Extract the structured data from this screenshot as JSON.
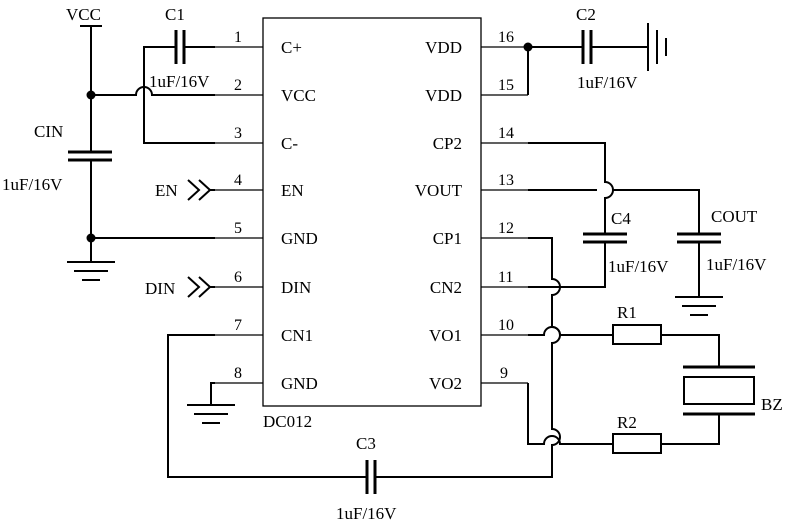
{
  "ic": {
    "name": "DC012",
    "pins": [
      {
        "num": "1",
        "name": "C+"
      },
      {
        "num": "2",
        "name": "VCC"
      },
      {
        "num": "3",
        "name": "C-"
      },
      {
        "num": "4",
        "name": "EN"
      },
      {
        "num": "5",
        "name": "GND"
      },
      {
        "num": "6",
        "name": "DIN"
      },
      {
        "num": "7",
        "name": "CN1"
      },
      {
        "num": "8",
        "name": "GND"
      },
      {
        "num": "16",
        "name": "VDD"
      },
      {
        "num": "15",
        "name": "VDD"
      },
      {
        "num": "14",
        "name": "CP2"
      },
      {
        "num": "13",
        "name": "VOUT"
      },
      {
        "num": "12",
        "name": "CP1"
      },
      {
        "num": "11",
        "name": "CN2"
      },
      {
        "num": "10",
        "name": "VO1"
      },
      {
        "num": "9",
        "name": "VO2"
      }
    ]
  },
  "nets": {
    "vcc": "VCC",
    "en": "EN",
    "din": "DIN"
  },
  "components": {
    "c1": {
      "ref": "C1",
      "value": "1uF/16V"
    },
    "c2": {
      "ref": "C2",
      "value": "1uF/16V"
    },
    "c3": {
      "ref": "C3",
      "value": "1uF/16V"
    },
    "c4": {
      "ref": "C4",
      "value": "1uF/16V"
    },
    "cin": {
      "ref": "CIN",
      "value": "1uF/16V"
    },
    "cout": {
      "ref": "COUT",
      "value": "1uF/16V"
    },
    "r1": {
      "ref": "R1"
    },
    "r2": {
      "ref": "R2"
    },
    "bz": {
      "ref": "BZ"
    }
  }
}
